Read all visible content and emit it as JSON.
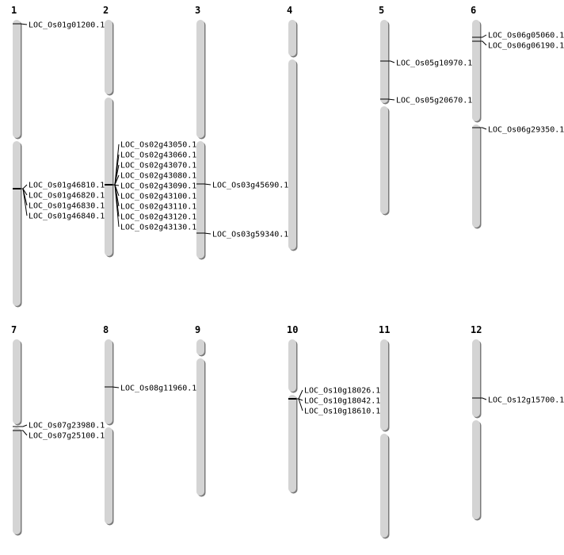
{
  "chromosomes": [
    {
      "name": "1",
      "genes": [
        "LOC_Os01g01200.1",
        "LOC_Os01g46810.1",
        "LOC_Os01g46820.1",
        "LOC_Os01g46830.1",
        "LOC_Os01g46840.1"
      ]
    },
    {
      "name": "2",
      "genes": [
        "LOC_Os02g43050.1",
        "LOC_Os02g43060.1",
        "LOC_Os02g43070.1",
        "LOC_Os02g43080.1",
        "LOC_Os02g43090.1",
        "LOC_Os02g43100.1",
        "LOC_Os02g43110.1",
        "LOC_Os02g43120.1",
        "LOC_Os02g43130.1"
      ]
    },
    {
      "name": "3",
      "genes": [
        "LOC_Os03g45690.1",
        "LOC_Os03g59340.1"
      ]
    },
    {
      "name": "4",
      "genes": []
    },
    {
      "name": "5",
      "genes": [
        "LOC_Os05g10970.1",
        "LOC_Os05g20670.1"
      ]
    },
    {
      "name": "6",
      "genes": [
        "LOC_Os06g05060.1",
        "LOC_Os06g06190.1",
        "LOC_Os06g29350.1"
      ]
    },
    {
      "name": "7",
      "genes": [
        "LOC_Os07g23980.1",
        "LOC_Os07g25100.1"
      ]
    },
    {
      "name": "8",
      "genes": [
        "LOC_Os08g11960.1"
      ]
    },
    {
      "name": "9",
      "genes": []
    },
    {
      "name": "10",
      "genes": [
        "LOC_Os10g18026.1",
        "LOC_Os10g18042.1",
        "LOC_Os10g18610.1"
      ]
    },
    {
      "name": "11",
      "genes": []
    },
    {
      "name": "12",
      "genes": [
        "LOC_Os12g15700.1"
      ]
    }
  ],
  "colors": {
    "chromosome": "#d4d4d4",
    "shadow": "#7a7a7a",
    "marker": "#000000"
  }
}
